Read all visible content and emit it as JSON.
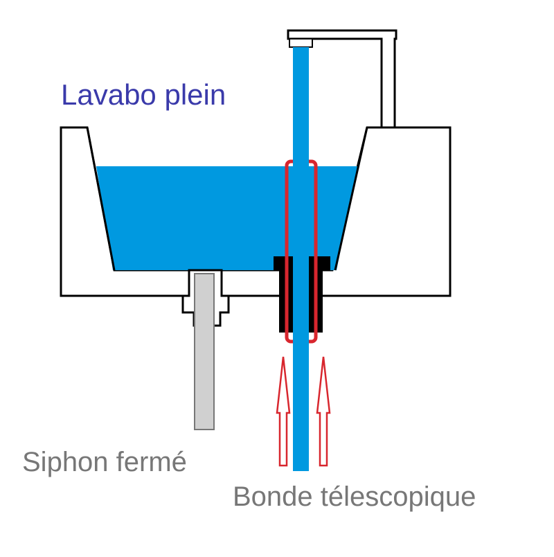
{
  "labels": {
    "basin_state": "Lavabo plein",
    "siphon": "Siphon fermé",
    "drain": "Bonde télescopique"
  },
  "colors": {
    "water": "#0099e0",
    "outline": "#000000",
    "drain_tube": "#d8262e",
    "arrow": "#d8262e",
    "title_text": "#3a3aaa",
    "label_text": "#777777",
    "siphon_fill": "#d0d0d0"
  }
}
